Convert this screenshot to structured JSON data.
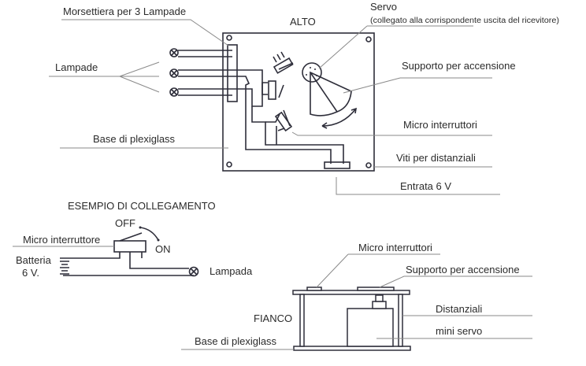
{
  "top_view": {
    "title": "ALTO",
    "labels": {
      "terminal_block": "Morsettiera per 3 Lampade",
      "lamps": "Lampade",
      "plexiglass_base": "Base di plexiglass",
      "servo": "Servo",
      "servo_note": "(collegato alla corrispondente uscita del ricevitore)",
      "ignition_support": "Supporto per accensione",
      "micro_switches": "Micro interruttori",
      "spacer_screws": "Viti per distanziali",
      "input": "Entrata 6 V"
    }
  },
  "wiring_example": {
    "title": "ESEMPIO DI COLLEGAMENTO",
    "off": "OFF",
    "on": "ON",
    "micro_switch": "Micro interruttore",
    "battery_line1": "Batteria",
    "battery_line2": "6 V.",
    "lamp": "Lampada"
  },
  "side_view": {
    "title": "FIANCO",
    "labels": {
      "micro_switches": "Micro interruttori",
      "ignition_support": "Supporto per accensione",
      "spacers": "Distanziali",
      "mini_servo": "mini servo",
      "plexiglass_base": "Base di plexiglass"
    }
  }
}
